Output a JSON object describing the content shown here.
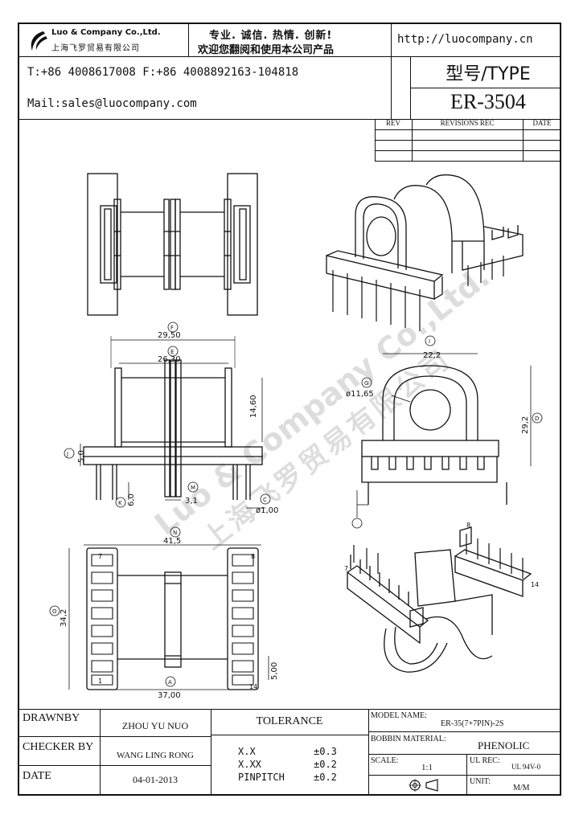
{
  "company": {
    "name_en": "Luo & Company Co.,Ltd.",
    "name_cn": "上海飞罗贸易有限公司",
    "slogan": "专业. 诚信. 热情. 创新!",
    "welcome": "欢迎您翻阅和使用本公司产品",
    "url": "http://luocompany.cn",
    "phone_fax": "T:+86 4008617008 F:+86 4008892163-104818",
    "mail": "Mail:sales@luocompany.com"
  },
  "type_box": {
    "label": "型号/TYPE",
    "value": "ER-3504"
  },
  "revisions": {
    "headers": [
      "REV",
      "REVISIONS REC",
      "DATE"
    ]
  },
  "dimensions": {
    "f_label": "F",
    "f_value": "29,50",
    "e_label": "E",
    "e_value": "26,30",
    "b_value": "14,60",
    "j_label": "J",
    "j_value": "5,0",
    "k_label": "K",
    "k_value": "6,0",
    "m_label": "M",
    "m_value": "3,1",
    "c_label": "C",
    "c_value": "ø1,00",
    "i_label": "I",
    "i_value": "22,2",
    "g_label": "G",
    "g_value": "ø11,65",
    "d_label": "D",
    "d_value": "29,2",
    "n_label": "N",
    "n_value": "41,5",
    "o_label": "O",
    "o_value": "34,2",
    "a_label": "A",
    "a_value": "37,00",
    "h_value": "5,00",
    "pin1": "1",
    "pin7": "7",
    "pin8": "8",
    "pin14": "14",
    "iso_pin7": "7",
    "iso_pin8": "8",
    "iso_pin14": "14"
  },
  "watermark": {
    "en": "Luo & Company Co.,Ltd.",
    "cn": "上海飞罗贸易有限公司"
  },
  "title_block": {
    "drawnby_label": "DRAWNBY",
    "drawnby_value": "ZHOU YU NUO",
    "checker_label": "CHECKER BY",
    "checker_value": "WANG LING RONG",
    "date_label": "DATE",
    "date_value": "04-01-2013",
    "tolerance_label": "TOLERANCE",
    "tol1_key": "X.X",
    "tol1_val": "±0.3",
    "tol2_key": "X.XX",
    "tol2_val": "±0.2",
    "tol3_key": "PINPITCH",
    "tol3_val": "±0.2",
    "model_label": "MODEL NAME:",
    "model_value": "ER-35(7+7PIN)-2S",
    "bobbin_label": "BOBBIN MATERIAL:",
    "bobbin_value": "PHENOLIC",
    "scale_label": "SCALE:",
    "scale_value": "1:1",
    "ulrec_label": "UL REC:",
    "ulrec_value": "UL 94V-0",
    "unit_label": "UNIT:",
    "unit_value": "M/M"
  }
}
